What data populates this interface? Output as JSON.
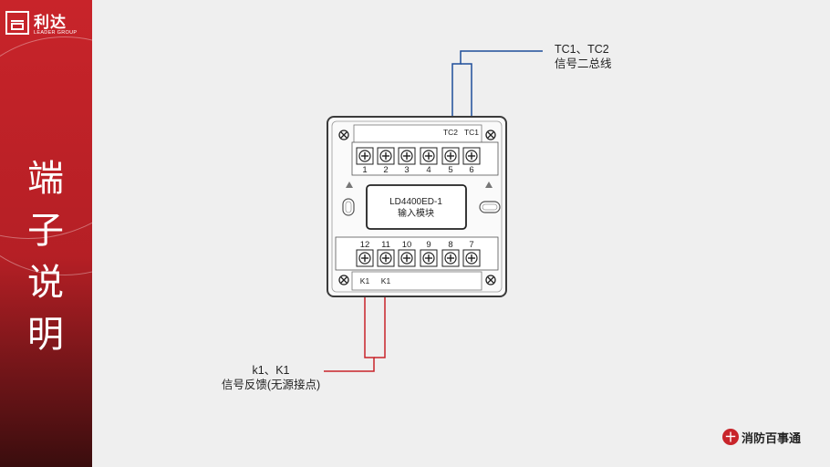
{
  "logo": {
    "cn": "利达",
    "en": "LEADER GROUP"
  },
  "side_title": [
    "端",
    "子",
    "说",
    "明"
  ],
  "top_label": {
    "line1": "TC1、TC2",
    "line2": "信号二总线"
  },
  "bottom_label": {
    "line1": "k1、K1",
    "line2": "信号反馈(无源接点)"
  },
  "module": {
    "model": "LD4400ED-1",
    "name": "输入模块"
  },
  "top_strip": {
    "left": "TC2",
    "right": "TC1"
  },
  "bottom_strip": {
    "left": "K1",
    "right": "K1"
  },
  "top_numbers": [
    "1",
    "2",
    "3",
    "4",
    "5",
    "6"
  ],
  "bottom_numbers": [
    "12",
    "11",
    "10",
    "9",
    "8",
    "7"
  ],
  "brand": {
    "text": "消防百事通"
  },
  "colors": {
    "accent": "#c8242a",
    "signal_wire": "#1f4e9a",
    "feedback_wire": "#c8242a"
  }
}
